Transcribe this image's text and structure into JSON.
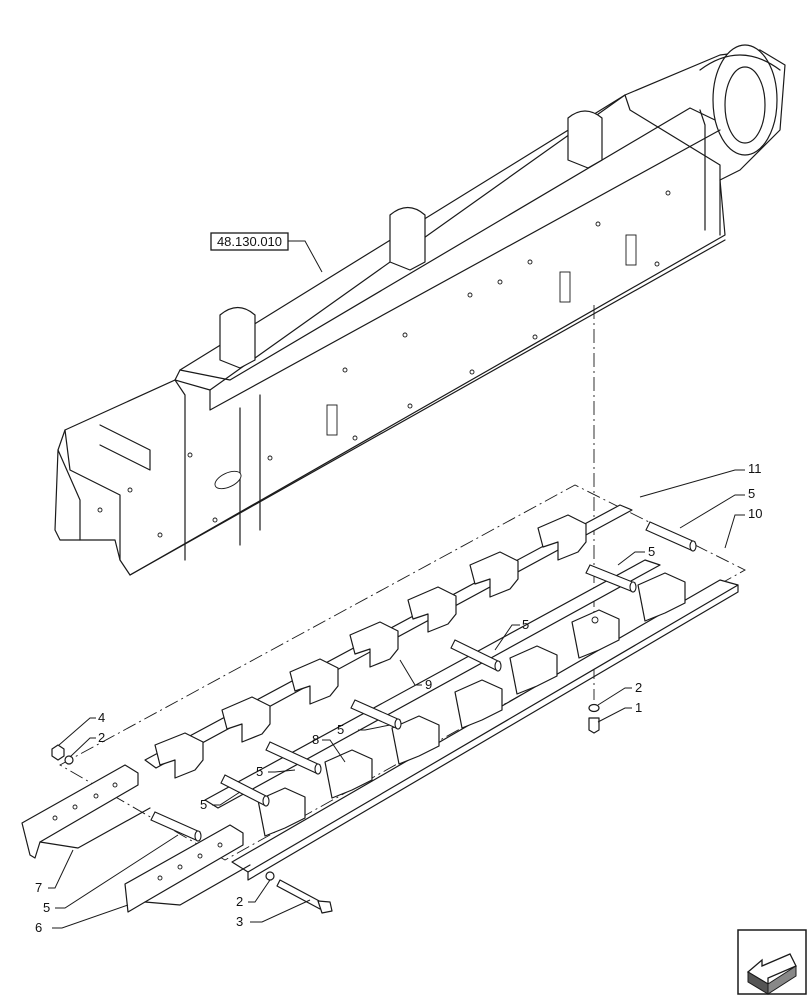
{
  "reference_box": {
    "label": "48.130.010"
  },
  "callouts": [
    {
      "id": "c11",
      "label": "11"
    },
    {
      "id": "c5a",
      "label": "5"
    },
    {
      "id": "c10",
      "label": "10"
    },
    {
      "id": "c5b",
      "label": "5"
    },
    {
      "id": "c5c",
      "label": "5"
    },
    {
      "id": "c9",
      "label": "9"
    },
    {
      "id": "c2a",
      "label": "2"
    },
    {
      "id": "c1",
      "label": "1"
    },
    {
      "id": "c4",
      "label": "4"
    },
    {
      "id": "c2b",
      "label": "2"
    },
    {
      "id": "c8",
      "label": "8"
    },
    {
      "id": "c5d",
      "label": "5"
    },
    {
      "id": "c5e",
      "label": "5"
    },
    {
      "id": "c5f",
      "label": "5"
    },
    {
      "id": "c7",
      "label": "7"
    },
    {
      "id": "c5g",
      "label": "5"
    },
    {
      "id": "c2c",
      "label": "2"
    },
    {
      "id": "c3",
      "label": "3"
    },
    {
      "id": "c6",
      "label": "6"
    }
  ],
  "nav_icon": {
    "name": "previous-page-arrow-icon"
  }
}
